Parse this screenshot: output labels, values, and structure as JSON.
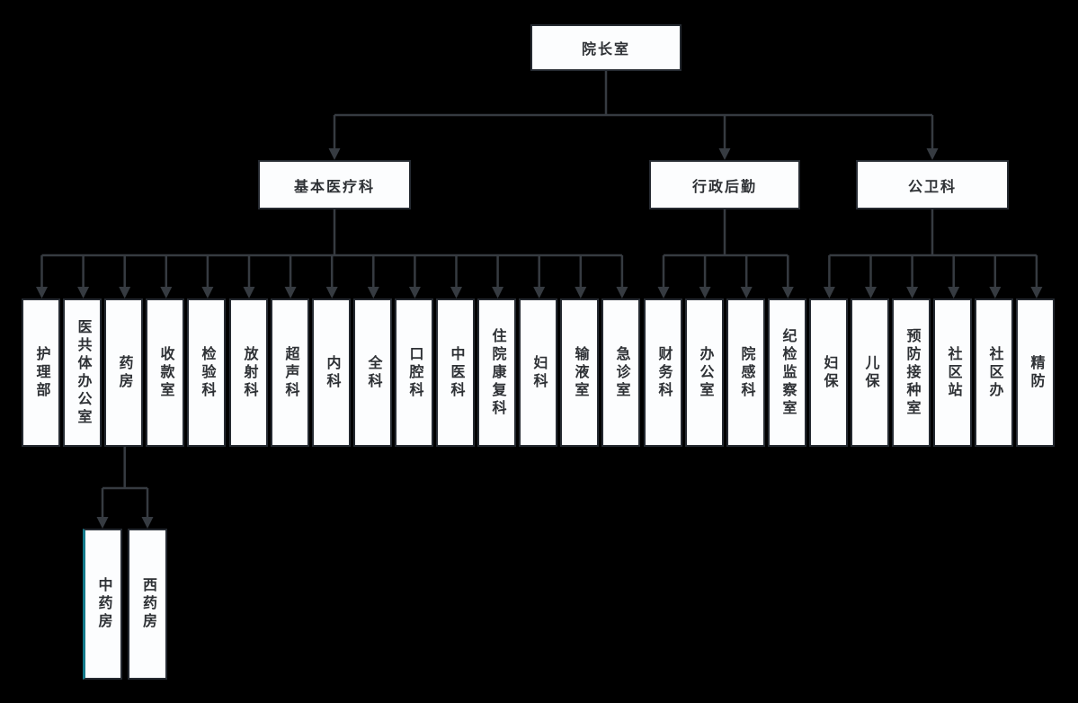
{
  "org": {
    "root": "院长室",
    "branches": [
      {
        "label": "基本医疗科",
        "children": [
          "护理部",
          "医共体办公室",
          "药房",
          "收款室",
          "检验科",
          "放射科",
          "超声科",
          "内科",
          "全科",
          "口腔科",
          "中医科",
          "住院康复科",
          "妇科",
          "输液室",
          "急诊室"
        ]
      },
      {
        "label": "行政后勤",
        "children": [
          "财务科",
          "办公室",
          "院感科",
          "纪检监察室"
        ]
      },
      {
        "label": "公卫科",
        "children": [
          "妇保",
          "儿保",
          "预防接种室",
          "社区站",
          "社区办",
          "精防"
        ]
      }
    ],
    "pharmacy_parent": "药房",
    "pharmacy_children": [
      "中药房",
      "西药房"
    ]
  },
  "colors": {
    "bg": "#000000",
    "fill": "#fcfdfe",
    "border": "#252a31",
    "line": "#363b41",
    "text": "#2e3135",
    "accent": "#13798a"
  }
}
